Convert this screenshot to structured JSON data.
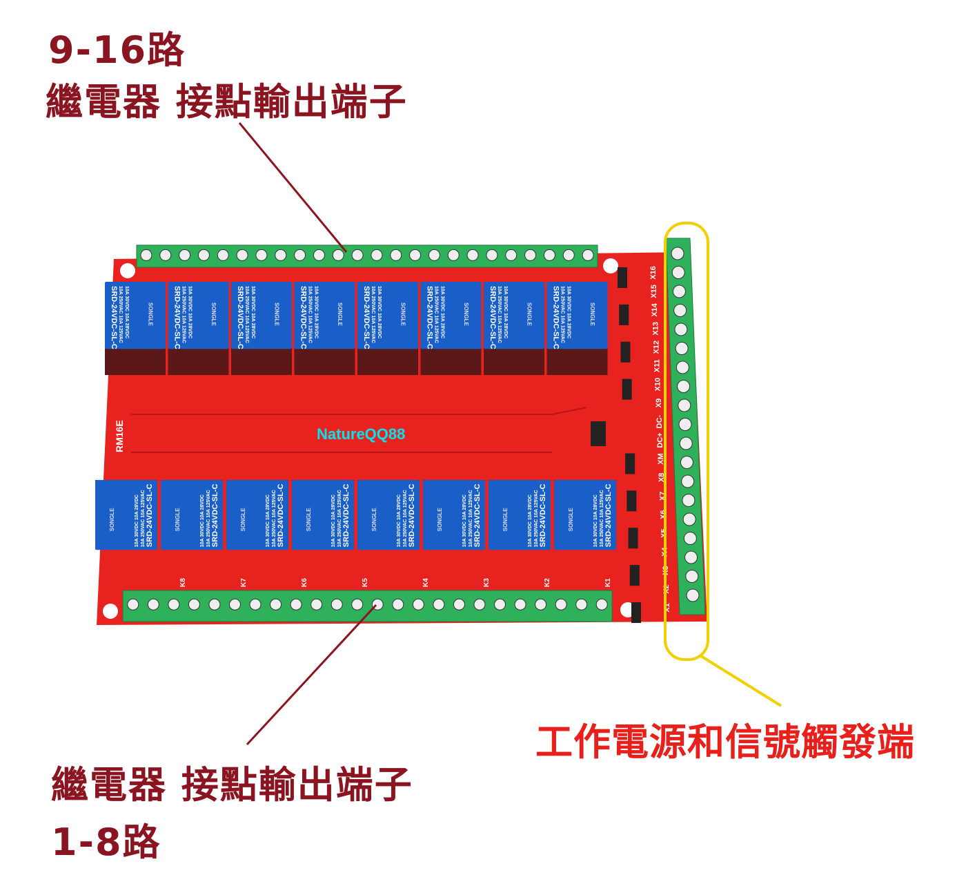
{
  "annotations": {
    "top_range": "9-16路",
    "top_desc": "繼電器 接點輸出端子",
    "bottom_desc": "繼電器 接點輸出端子",
    "bottom_range": "1-8路",
    "right_desc": "工作電源和信號觸發端"
  },
  "board": {
    "model": "RM16E",
    "watermark": "NatureQQ88",
    "relay_model": "SRD-24VDC-SL-C",
    "relay_brand": "SONGLE",
    "relay_rating_1": "10A 250VAC 10A 125VAC",
    "relay_rating_2": "10A 30VDC 10A 28VDC",
    "input_labels": [
      "X16",
      "X15",
      "X14",
      "X13",
      "X12",
      "X11",
      "X10",
      "X9",
      "DC-",
      "DC+",
      "XM",
      "X8",
      "X7",
      "X6",
      "X5",
      "X4",
      "X3",
      "X2",
      "X1"
    ],
    "output_labels": [
      "K8",
      "K7",
      "K6",
      "K5",
      "K4",
      "K3",
      "K2",
      "K1"
    ]
  },
  "colors": {
    "board": "#e8231f",
    "relay": "#1a5fc8",
    "terminal": "#2fb05a",
    "annotation_dark": "#8a1520",
    "annotation_red": "#e8201c",
    "highlight": "#f0d000",
    "watermark": "#00e5f0"
  }
}
